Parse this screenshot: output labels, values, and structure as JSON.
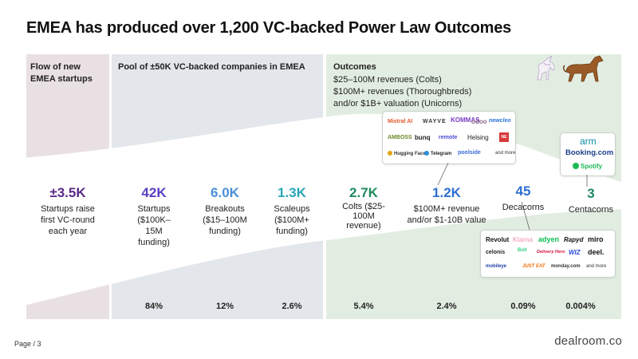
{
  "title": "EMEA has produced over 1,200 VC-backed Power Law Outcomes",
  "panels": {
    "flow_header": "Flow of new EMEA startups",
    "pool_header": "Pool of ±50K VC-backed companies in EMEA",
    "outcomes_header": "Outcomes",
    "outcomes_lines": [
      "$25–100M revenues (Colts)",
      "$100M+ revenues (Thoroughbreds)",
      "and/or $1B+ valuation (Unicorns)"
    ]
  },
  "stages": [
    {
      "value": "±3.5K",
      "label": "Startups raise first VC-round each year",
      "color": "#5b2a86"
    },
    {
      "value": "42K",
      "label": "Startups ($100K–15M funding)",
      "color": "#5b3fc4"
    },
    {
      "value": "6.0K",
      "label": "Breakouts ($15–100M funding)",
      "color": "#4a8fd8"
    },
    {
      "value": "1.3K",
      "label": "Scaleups ($100M+ funding)",
      "color": "#2aa6b8"
    },
    {
      "value": "2.7K",
      "label": "Colts ($25-100M revenue)",
      "color": "#1e8a5e"
    },
    {
      "value": "1.2K",
      "label": "$100M+ revenue and/or $1-10B value",
      "color": "#2e6fd1"
    },
    {
      "value": "45",
      "label": "Decacorns",
      "color": "#2e6fd1"
    },
    {
      "value": "3",
      "label": "Centacorns",
      "color": "#1e8a5e"
    }
  ],
  "percentages": [
    "84%",
    "12%",
    "2.6%",
    "5.4%",
    "2.4%",
    "0.09%",
    "0.004%"
  ],
  "logos_unicorns": [
    {
      "name": "Mistral AI",
      "color": "#e0582a"
    },
    {
      "name": "WAYVE",
      "color": "#333333"
    },
    {
      "name": "KOMMAS",
      "color": "#7a3fc4"
    },
    {
      "name": "odoo",
      "color": "#8a6a8e"
    },
    {
      "name": "newcleo",
      "color": "#2a77d8"
    },
    {
      "name": "AMBOSS",
      "color": "#6c8a2a"
    },
    {
      "name": "bunq",
      "color": "#222222"
    },
    {
      "name": "remote",
      "color": "#4a4ad8"
    },
    {
      "name": "Helsing",
      "color": "#222222"
    },
    {
      "name": "NE",
      "color": "#d83a3a"
    },
    {
      "name": "Hugging Face",
      "color": "#e6a317"
    },
    {
      "name": "Telegram",
      "color": "#2a8ed8"
    },
    {
      "name": "poolside",
      "color": "#3a6ad8"
    },
    {
      "name": "and more",
      "color": "#333333"
    }
  ],
  "logos_centacorns": [
    {
      "name": "arm",
      "color": "#0a8aa6"
    },
    {
      "name": "Booking.com",
      "color": "#1a3f8a"
    },
    {
      "name": "Spotify",
      "color": "#1db954"
    }
  ],
  "logos_decacorns": [
    {
      "name": "Revolut",
      "color": "#111111"
    },
    {
      "name": "Klarna",
      "color": "#f2a8c4"
    },
    {
      "name": "adyen",
      "color": "#0abf53"
    },
    {
      "name": "Rapyd",
      "color": "#111111"
    },
    {
      "name": "miro",
      "color": "#111111"
    },
    {
      "name": "celonis",
      "color": "#222222"
    },
    {
      "name": "Bolt",
      "color": "#34d186"
    },
    {
      "name": "Delivery Hero",
      "color": "#d6133a"
    },
    {
      "name": "WIZ",
      "color": "#2a4ad8"
    },
    {
      "name": "deel.",
      "color": "#111111"
    },
    {
      "name": "mobileye",
      "color": "#1a3fa8"
    },
    {
      "name": "JUST EAT",
      "color": "#f36d00"
    },
    {
      "name": "monday.com",
      "color": "#333333"
    },
    {
      "name": "and more",
      "color": "#333333"
    }
  ],
  "footer": {
    "page_label": "Page",
    "page_num": "/ 3",
    "brand": "dealroom.co"
  }
}
